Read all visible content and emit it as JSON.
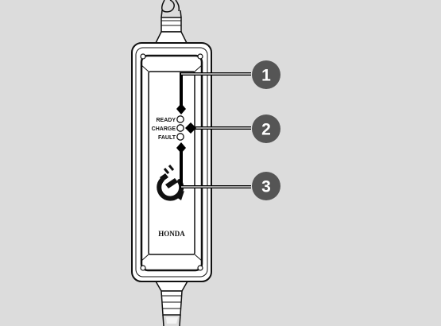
{
  "device": {
    "indicators": [
      {
        "label": "READY"
      },
      {
        "label": "CHARGE"
      },
      {
        "label": "FAULT"
      }
    ],
    "brand": "HONDA",
    "colors": {
      "background": "#dcdcdc",
      "body": "#ffffff",
      "outline": "#111111",
      "callout": "#555555"
    }
  },
  "callouts": [
    {
      "number": "1"
    },
    {
      "number": "2"
    },
    {
      "number": "3"
    }
  ]
}
